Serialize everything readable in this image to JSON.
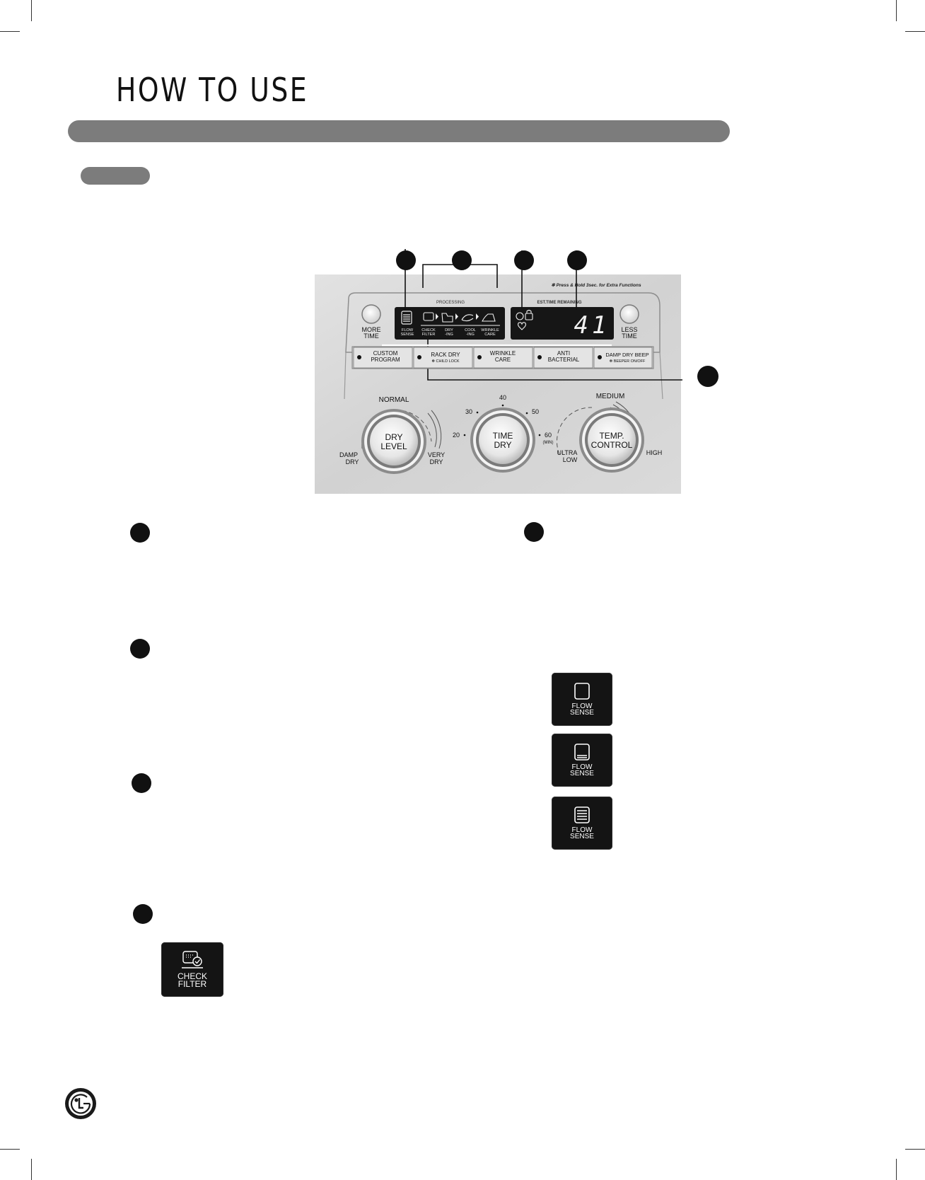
{
  "page": {
    "title": "HOW TO USE"
  },
  "panel": {
    "note": "✻ Press & Hold 3sec. for Extra Functions",
    "processing": "PROCESSING",
    "est_time": "EST.TIME REMAINING",
    "time_value": "41",
    "more_time": [
      "MORE",
      "TIME"
    ],
    "less_time": [
      "LESS",
      "TIME"
    ],
    "lcd_labels": [
      [
        "FLOW",
        "SENSE"
      ],
      [
        "CHECK",
        "FILTER"
      ],
      [
        "DRY",
        "-ING"
      ],
      [
        "COOL",
        "-ING"
      ],
      [
        "WRINKLE",
        "CARE"
      ]
    ],
    "buttons": [
      {
        "line1": "CUSTOM",
        "line2": "PROGRAM",
        "sub": ""
      },
      {
        "line1": "RACK DRY",
        "line2": "",
        "sub": "✻ CHILD LOCK"
      },
      {
        "line1": "WRINKLE",
        "line2": "CARE",
        "sub": ""
      },
      {
        "line1": "ANTI",
        "line2": "BACTERIAL",
        "sub": ""
      },
      {
        "line1": "DAMP DRY BEEP",
        "line2": "",
        "sub": "✻ BEEPER ON/OFF"
      }
    ],
    "knobs": {
      "dry_level": {
        "label": [
          "DRY",
          "LEVEL"
        ],
        "top": "NORMAL",
        "left": [
          "DAMP",
          "DRY"
        ],
        "right": [
          "VERY",
          "DRY"
        ]
      },
      "time_dry": {
        "label": [
          "TIME",
          "DRY"
        ],
        "ticks": [
          "20",
          "30",
          "40",
          "50",
          "60"
        ],
        "unit": "(MIN)"
      },
      "temp_control": {
        "label": [
          "TEMP.",
          "CONTROL"
        ],
        "top": "MEDIUM",
        "left": [
          "ULTRA",
          "LOW"
        ],
        "right": "HIGH"
      }
    }
  },
  "cards": {
    "flow_sense": [
      "FLOW",
      "SENSE"
    ],
    "check_filter": [
      "CHECK",
      "FILTER"
    ]
  }
}
